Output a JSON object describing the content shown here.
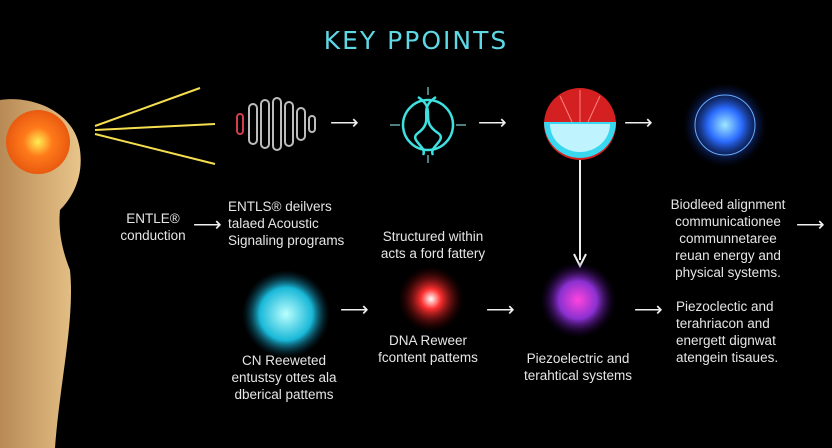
{
  "title": "KEY PPOINTS",
  "labels": {
    "entle": [
      "ENTLE®",
      "conduction"
    ],
    "entls": [
      "ENTLS® deilvers",
      "talaed Acoustic",
      "Signaling programs"
    ],
    "structured": [
      "Structured within",
      "acts a ford fattery"
    ],
    "biofield": [
      "Biodleed alignment",
      "communicationee",
      "communnetaree",
      "reuan energy and",
      "physical systems."
    ],
    "cn": [
      "CN Reeweted",
      "entustsy ottes ala",
      "dberical pattems"
    ],
    "dna": [
      "DNA Reweer",
      "fcontent pattems"
    ],
    "piezo_mid": [
      "Piezoelectric and",
      "terahtical systems"
    ],
    "piezo_right": [
      "Piezoclectic and",
      "terahriacon and",
      "energett dignwat",
      "atengein tisaues."
    ]
  },
  "colors": {
    "title": "#5fd8e6",
    "head": "#f2a93b",
    "body": "#e8c58a"
  }
}
